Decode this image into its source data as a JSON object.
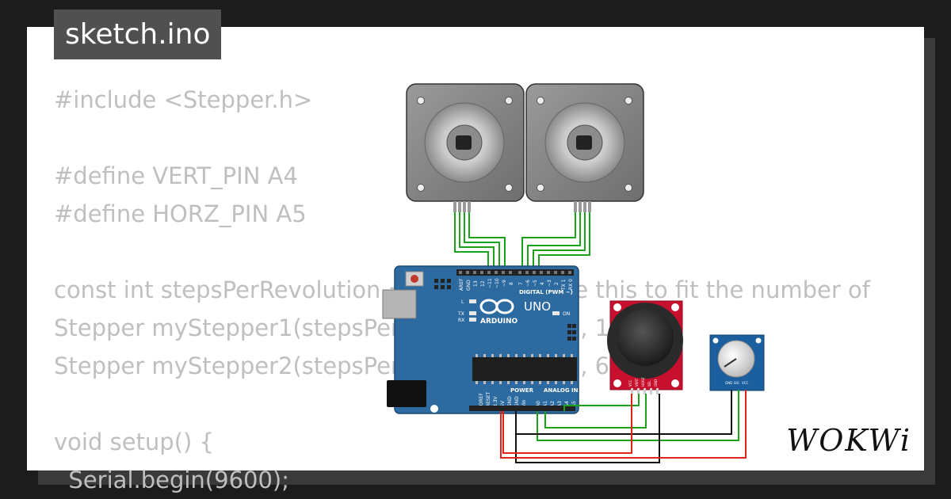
{
  "editor": {
    "filename": "sketch.ino",
    "code_lines": [
      "#include <Stepper.h>",
      "",
      "#define VERT_PIN A4",
      "#define HORZ_PIN A5",
      "",
      "const int stepsPerRevolution = 200;  // change this to fit the number of",
      "Stepper myStepper1(stepsPerRevolution, 8, 9, 10, 11);",
      "Stepper myStepper2(stepsPerRevolution, 4, 5, 6, 7);",
      "",
      "void setup() {",
      "  Serial.begin(9600);"
    ]
  },
  "board": {
    "brand": "ARDUINO",
    "model": "UNO",
    "digital_label": "DIGITAL (PWM ~)",
    "analog_label": "ANALOG IN",
    "power_label": "POWER",
    "led_labels": [
      "L",
      "TX",
      "RX",
      "ON"
    ],
    "digital_pins": [
      "AREF",
      "GND",
      "13",
      "12",
      "~11",
      "~10",
      "~9",
      "8",
      "7",
      "~6",
      "~5",
      "4",
      "~3",
      "2",
      "TX 1",
      "RX 0"
    ],
    "power_pins": [
      "IOREF",
      "RESET",
      "3.3V",
      "5V",
      "GND",
      "GND",
      "Vin"
    ],
    "analog_pins": [
      "A0",
      "A1",
      "A2",
      "A3",
      "A4",
      "A5"
    ]
  },
  "joystick": {
    "pins": [
      "VCC",
      "VERT",
      "HORZ",
      "SEL",
      "GND"
    ]
  },
  "potentiometer": {
    "pins": [
      "GND",
      "SIG",
      "VCC"
    ]
  },
  "brand_logo": "WOKWi",
  "colors": {
    "board_blue": "#2c6aa0",
    "wire_green": "#1aa31a",
    "wire_red": "#e0231a",
    "wire_black": "#111111",
    "joystick_red": "#c8102e",
    "pot_blue": "#1b5f9e",
    "code_gray": "#bfbfbf",
    "tag_bg": "#505050"
  }
}
